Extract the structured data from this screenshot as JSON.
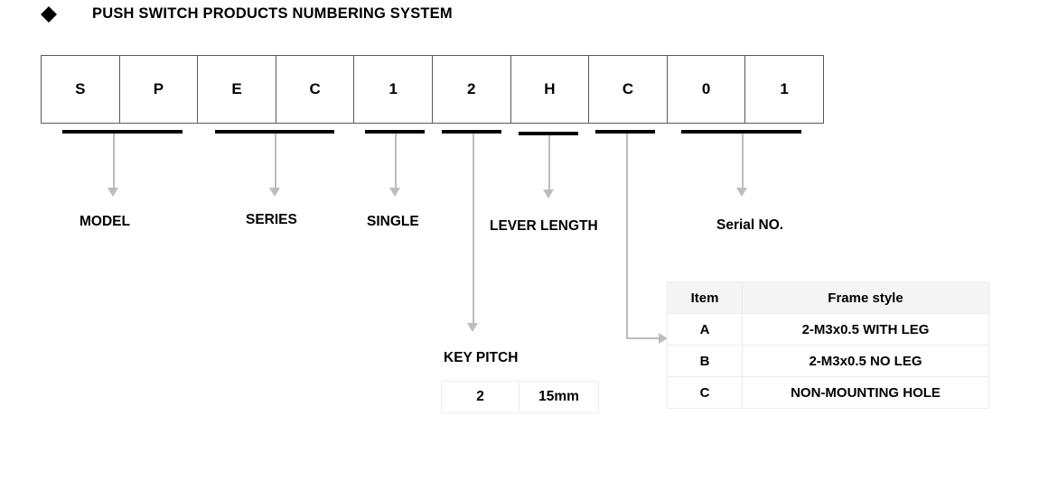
{
  "header": {
    "bullet_icon": "diamond-bullet-icon",
    "title": "PUSH SWITCH PRODUCTS NUMBERING SYSTEM"
  },
  "part_number": {
    "cells": [
      {
        "value": "S"
      },
      {
        "value": "P"
      },
      {
        "value": "E"
      },
      {
        "value": "C"
      },
      {
        "value": "1"
      },
      {
        "value": "2"
      },
      {
        "value": "H"
      },
      {
        "value": "C"
      },
      {
        "value": "0"
      },
      {
        "value": "1"
      }
    ]
  },
  "callouts": [
    {
      "label": "MODEL"
    },
    {
      "label": "SERIES"
    },
    {
      "label": "SINGLE"
    },
    {
      "label": "KEY PITCH"
    },
    {
      "label": "LEVER LENGTH"
    },
    {
      "label": "Serial NO."
    }
  ],
  "key_pitch_table": {
    "type": "table",
    "rows": [
      {
        "code": "2",
        "value": "15mm"
      }
    ]
  },
  "frame_style_table": {
    "type": "table",
    "columns": [
      "Item",
      "Frame style"
    ],
    "rows": [
      {
        "item": "A",
        "style": "2-M3x0.5 WITH LEG"
      },
      {
        "item": "B",
        "style": "2-M3x0.5 NO LEG"
      },
      {
        "item": "C",
        "style": "NON-MOUNTING HOLE"
      }
    ]
  },
  "colors": {
    "text": "#000000",
    "box_border": "#595959",
    "underline": "#000000",
    "arrow": "#bdbdbd",
    "table_border": "#ececec",
    "table_header_bg": "#f5f5f5",
    "background": "#ffffff"
  }
}
